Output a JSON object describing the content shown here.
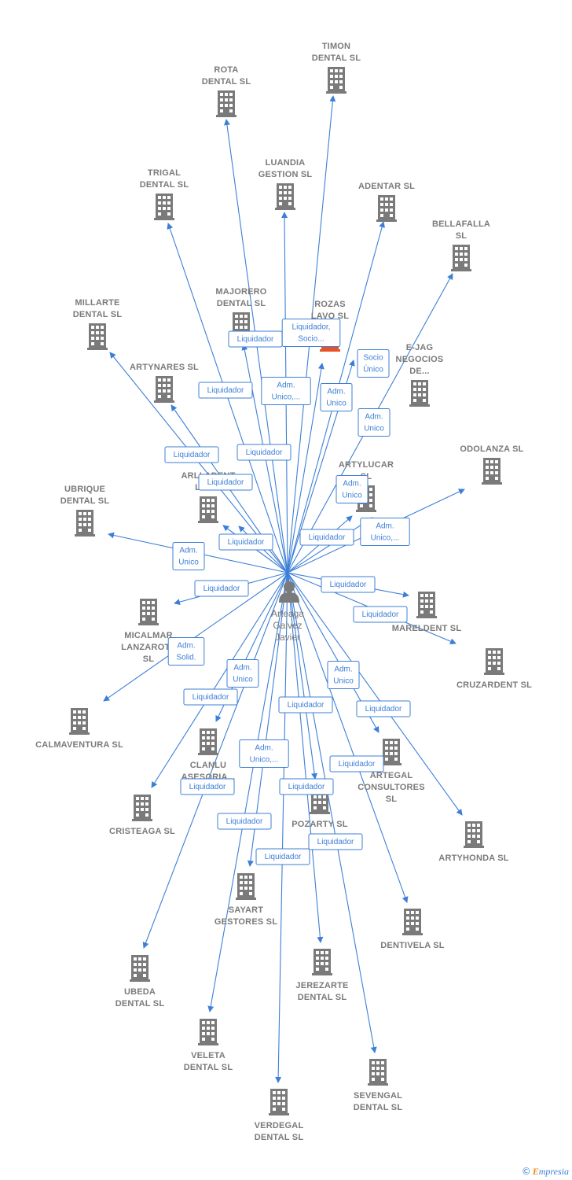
{
  "center": {
    "name_lines": [
      "Arteaga",
      "Galvez",
      "Javier"
    ],
    "icon": "person-icon"
  },
  "colors": {
    "edge": "#3d7fd6",
    "building": "#7a7a7a",
    "highlight": "#e8542a"
  },
  "nodes": [
    {
      "id": "timon",
      "lines": [
        "TIMON",
        "DENTAL SL"
      ]
    },
    {
      "id": "rota",
      "lines": [
        "ROTA",
        "DENTAL SL"
      ]
    },
    {
      "id": "luandia",
      "lines": [
        "LUANDIA",
        "GESTION SL"
      ]
    },
    {
      "id": "trigal",
      "lines": [
        "TRIGAL",
        "DENTAL SL"
      ]
    },
    {
      "id": "adentar",
      "lines": [
        "ADENTAR SL"
      ]
    },
    {
      "id": "bellafalla",
      "lines": [
        "BELLAFALLA",
        "SL"
      ]
    },
    {
      "id": "majorero",
      "lines": [
        "MAJORERO",
        "DENTAL SL"
      ]
    },
    {
      "id": "rozas",
      "lines": [
        "ROZAS",
        "LAVO SL"
      ],
      "highlight": true
    },
    {
      "id": "millarte",
      "lines": [
        "MILLARTE",
        "DENTAL SL"
      ]
    },
    {
      "id": "ejag",
      "lines": [
        "E-JAG",
        "NEGOCIOS",
        "DE..."
      ]
    },
    {
      "id": "artynares",
      "lines": [
        "ARTYNARES SL"
      ]
    },
    {
      "id": "odolanza",
      "lines": [
        "ODOLANZA SL"
      ]
    },
    {
      "id": "arlladent",
      "lines": [
        "ARLLADENT",
        "LA P..."
      ]
    },
    {
      "id": "artylucar",
      "lines": [
        "ARTYLUCAR",
        "SL"
      ]
    },
    {
      "id": "ubrique",
      "lines": [
        "UBRIQUE",
        "DENTAL SL"
      ]
    },
    {
      "id": "micalmar",
      "lines": [
        "MICALMAR",
        "LANZAROTE",
        "SL"
      ]
    },
    {
      "id": "mareldent",
      "lines": [
        "MARELDENT SL"
      ]
    },
    {
      "id": "cruzardent",
      "lines": [
        "CRUZARDENT SL"
      ]
    },
    {
      "id": "calmaventura",
      "lines": [
        "CALMAVENTURA SL"
      ]
    },
    {
      "id": "clanlu",
      "lines": [
        "CLANLU",
        "ASESORIA..."
      ]
    },
    {
      "id": "artegal",
      "lines": [
        "ARTEGAL",
        "CONSULTORES",
        "SL"
      ]
    },
    {
      "id": "cristeaga",
      "lines": [
        "CRISTEAGA SL"
      ]
    },
    {
      "id": "pozarty",
      "lines": [
        "POZARTY SL"
      ]
    },
    {
      "id": "artyhonda",
      "lines": [
        "ARTYHONDA SL"
      ]
    },
    {
      "id": "sayart",
      "lines": [
        "SAYART",
        "GESTORES SL"
      ]
    },
    {
      "id": "dentivela",
      "lines": [
        "DENTIVELA SL"
      ]
    },
    {
      "id": "jerezarte",
      "lines": [
        "JEREZARTE",
        "DENTAL SL"
      ]
    },
    {
      "id": "ubeda",
      "lines": [
        "UBEDA",
        "DENTAL SL"
      ]
    },
    {
      "id": "veleta",
      "lines": [
        "VELETA",
        "DENTAL SL"
      ]
    },
    {
      "id": "sevengal",
      "lines": [
        "SEVENGAL",
        "DENTAL SL"
      ]
    },
    {
      "id": "verdegal",
      "lines": [
        "VERDEGAL",
        "DENTAL SL"
      ]
    }
  ],
  "edges": [
    {
      "to": "timon",
      "label": []
    },
    {
      "to": "rota",
      "label": [
        "Liquidador"
      ]
    },
    {
      "to": "luandia",
      "label": [
        "Adm.",
        "Unico,..."
      ]
    },
    {
      "to": "trigal",
      "label": [
        "Liquidador"
      ]
    },
    {
      "to": "adentar",
      "label": [
        "Adm.",
        "Unico"
      ]
    },
    {
      "to": "bellafalla",
      "label": [
        "Adm.",
        "Unico"
      ]
    },
    {
      "to": "majorero",
      "label": [
        "Liquidador"
      ]
    },
    {
      "to": "rozas",
      "label": [
        "Liquidador,",
        "Socio..."
      ]
    },
    {
      "to": "millarte",
      "label": [
        "Liquidador"
      ]
    },
    {
      "to": "ejag",
      "label": [
        "Socio",
        "Único"
      ]
    },
    {
      "to": "artynares",
      "label": [
        "Liquidador"
      ]
    },
    {
      "to": "odolanza",
      "label": [
        "Adm.",
        "Unico,..."
      ]
    },
    {
      "to": "arlladent",
      "label": [
        "Liquidador"
      ]
    },
    {
      "to": "artylucar",
      "label": [
        "Adm.",
        "Unico"
      ]
    },
    {
      "to": "ubrique",
      "label": [
        "Adm.",
        "Unico"
      ]
    },
    {
      "to": "micalmar",
      "label": [
        "Liquidador"
      ]
    },
    {
      "to": "mareldent",
      "label": [
        "Liquidador"
      ]
    },
    {
      "to": "cruzardent",
      "label": [
        "Liquidador"
      ]
    },
    {
      "to": "calmaventura",
      "label": [
        "Adm.",
        "Solid."
      ]
    },
    {
      "to": "clanlu",
      "label": [
        "Adm.",
        "Unico"
      ]
    },
    {
      "to": "artegal",
      "label": [
        "Adm.",
        "Unico"
      ]
    },
    {
      "to": "cristeaga",
      "label": [
        "Liquidador"
      ]
    },
    {
      "to": "pozarty",
      "label": [
        "Liquidador"
      ]
    },
    {
      "to": "artyhonda",
      "label": [
        "Liquidador"
      ]
    },
    {
      "to": "sayart",
      "label": [
        "Adm.",
        "Unico,..."
      ]
    },
    {
      "to": "dentivela",
      "label": [
        "Liquidador"
      ]
    },
    {
      "to": "jerezarte",
      "label": [
        "Liquidador"
      ]
    },
    {
      "to": "ubeda",
      "label": [
        "Liquidador"
      ]
    },
    {
      "to": "veleta",
      "label": [
        "Liquidador"
      ]
    },
    {
      "to": "sevengal",
      "label": [
        "Liquidador"
      ]
    },
    {
      "to": "verdegal",
      "label": [
        "Liquidador"
      ]
    },
    {
      "to": "artylucar",
      "label": [
        "Liquidador"
      ]
    },
    {
      "to": "arlladent",
      "label": [
        "Liquidador"
      ]
    }
  ],
  "footer": {
    "copyright": "©",
    "brand_initial": "E",
    "brand_rest": "mpresia"
  }
}
